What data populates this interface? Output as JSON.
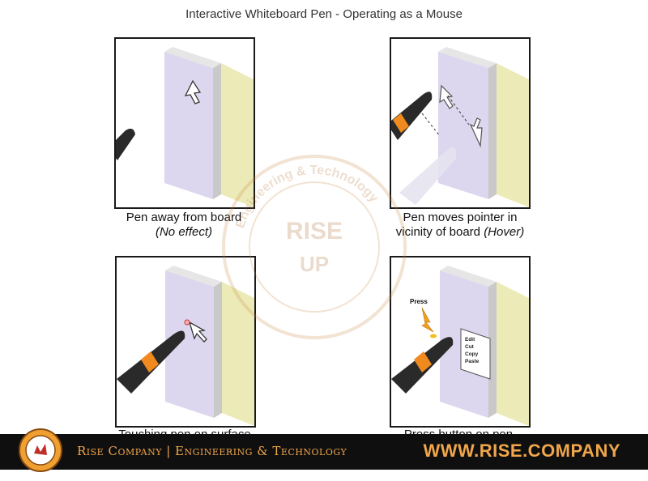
{
  "title": "Interactive Whiteboard Pen - Operating as a Mouse",
  "panels": [
    {
      "caption_line1": "Pen away from board",
      "caption_line2": "(No effect)"
    },
    {
      "caption_line1": "Pen moves pointer in",
      "caption_line2_plain": "vicinity of board ",
      "caption_line2_italic": "(Hover)"
    },
    {
      "caption_line1": "Touching pen on surface"
    },
    {
      "caption_line1": "Press button on pen"
    }
  ],
  "context_menu": {
    "items": [
      "Edit",
      "Cut",
      "Copy",
      "Paste"
    ]
  },
  "press_label": "Press",
  "watermark": {
    "text_arc": "Engineering & Technology",
    "logo_word1": "RISE",
    "logo_word2": "UP"
  },
  "footer": {
    "company": "Rise Company | Engineering & Technology",
    "website": "WWW.RISE.COMPANY"
  },
  "colors": {
    "board": "#dcd6ee",
    "frame": "#c8c8c8",
    "pen_body": "#2a2a2a",
    "pen_band": "#f08a1e",
    "accent": "#f0a64a"
  }
}
